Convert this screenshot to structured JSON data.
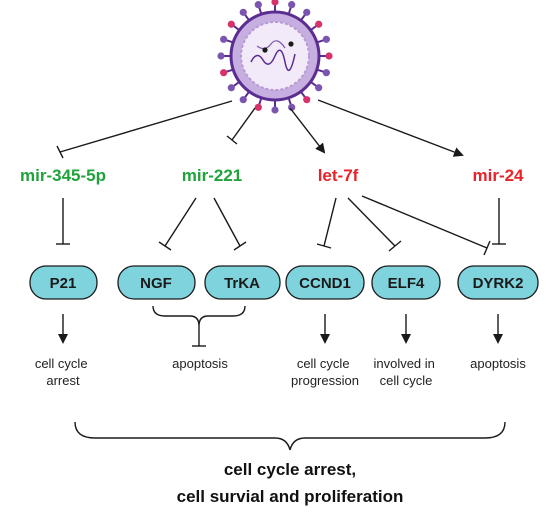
{
  "colors": {
    "up": "#1fa33a",
    "down": "#e8232a",
    "pill_fill": "#7fd3dc",
    "line": "#1a1a1a"
  },
  "virus": {
    "icon": "coronavirus-particle-icon"
  },
  "mirnas": [
    {
      "label": "mir-345-5p",
      "color": "#1fa33a"
    },
    {
      "label": "mir-221",
      "color": "#1fa33a"
    },
    {
      "label": "let-7f",
      "color": "#e8232a"
    },
    {
      "label": "mir-24",
      "color": "#e8232a"
    }
  ],
  "genes": [
    "P21",
    "NGF",
    "TrKA",
    "CCND1",
    "ELF4",
    "DYRK2"
  ],
  "effects": {
    "p21": [
      "cell cycle",
      "arrest"
    ],
    "ngf_trka": [
      "apoptosis"
    ],
    "ccnd1": [
      "cell cycle",
      "progression"
    ],
    "elf4": [
      "involved in",
      "cell cycle"
    ],
    "dyrk2": [
      "apoptosis"
    ]
  },
  "summary": [
    "cell cycle arrest,",
    "cell survial and proliferation"
  ]
}
